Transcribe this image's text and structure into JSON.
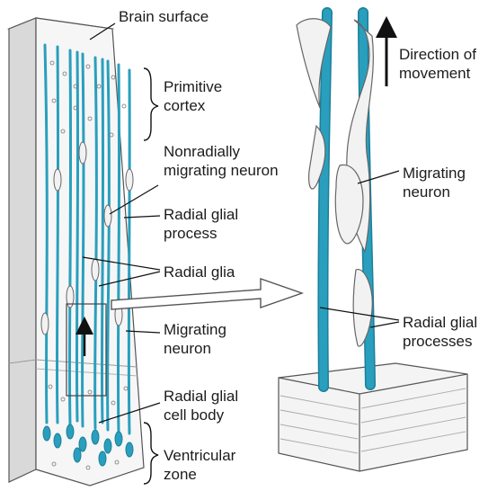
{
  "labels": {
    "brain_surface": "Brain surface",
    "primitive_cortex": [
      "Primitive",
      "cortex"
    ],
    "nonradially_migrating_neuron": [
      "Nonradially",
      "migrating neuron"
    ],
    "radial_glial_process": [
      "Radial glial",
      "process"
    ],
    "radial_glia": "Radial glia",
    "migrating_neuron_left": [
      "Migrating",
      "neuron"
    ],
    "radial_glial_cell_body": [
      "Radial glial",
      "cell body"
    ],
    "ventricular_zone": [
      "Ventricular",
      "zone"
    ],
    "direction_of_movement": [
      "Direction of",
      "movement"
    ],
    "migrating_neuron_right": [
      "Migrating",
      "neuron"
    ],
    "radial_glial_processes": [
      "Radial glial",
      "processes"
    ]
  },
  "colors": {
    "glia": "#2a9fbd",
    "glia_dark": "#1a7f9a",
    "neuron_fill": "#f2f2f2",
    "outline": "#555555",
    "tissue_face": "#f4f4f4",
    "tissue_shadow": "#cfcfcf",
    "text": "#1c1c1c"
  }
}
